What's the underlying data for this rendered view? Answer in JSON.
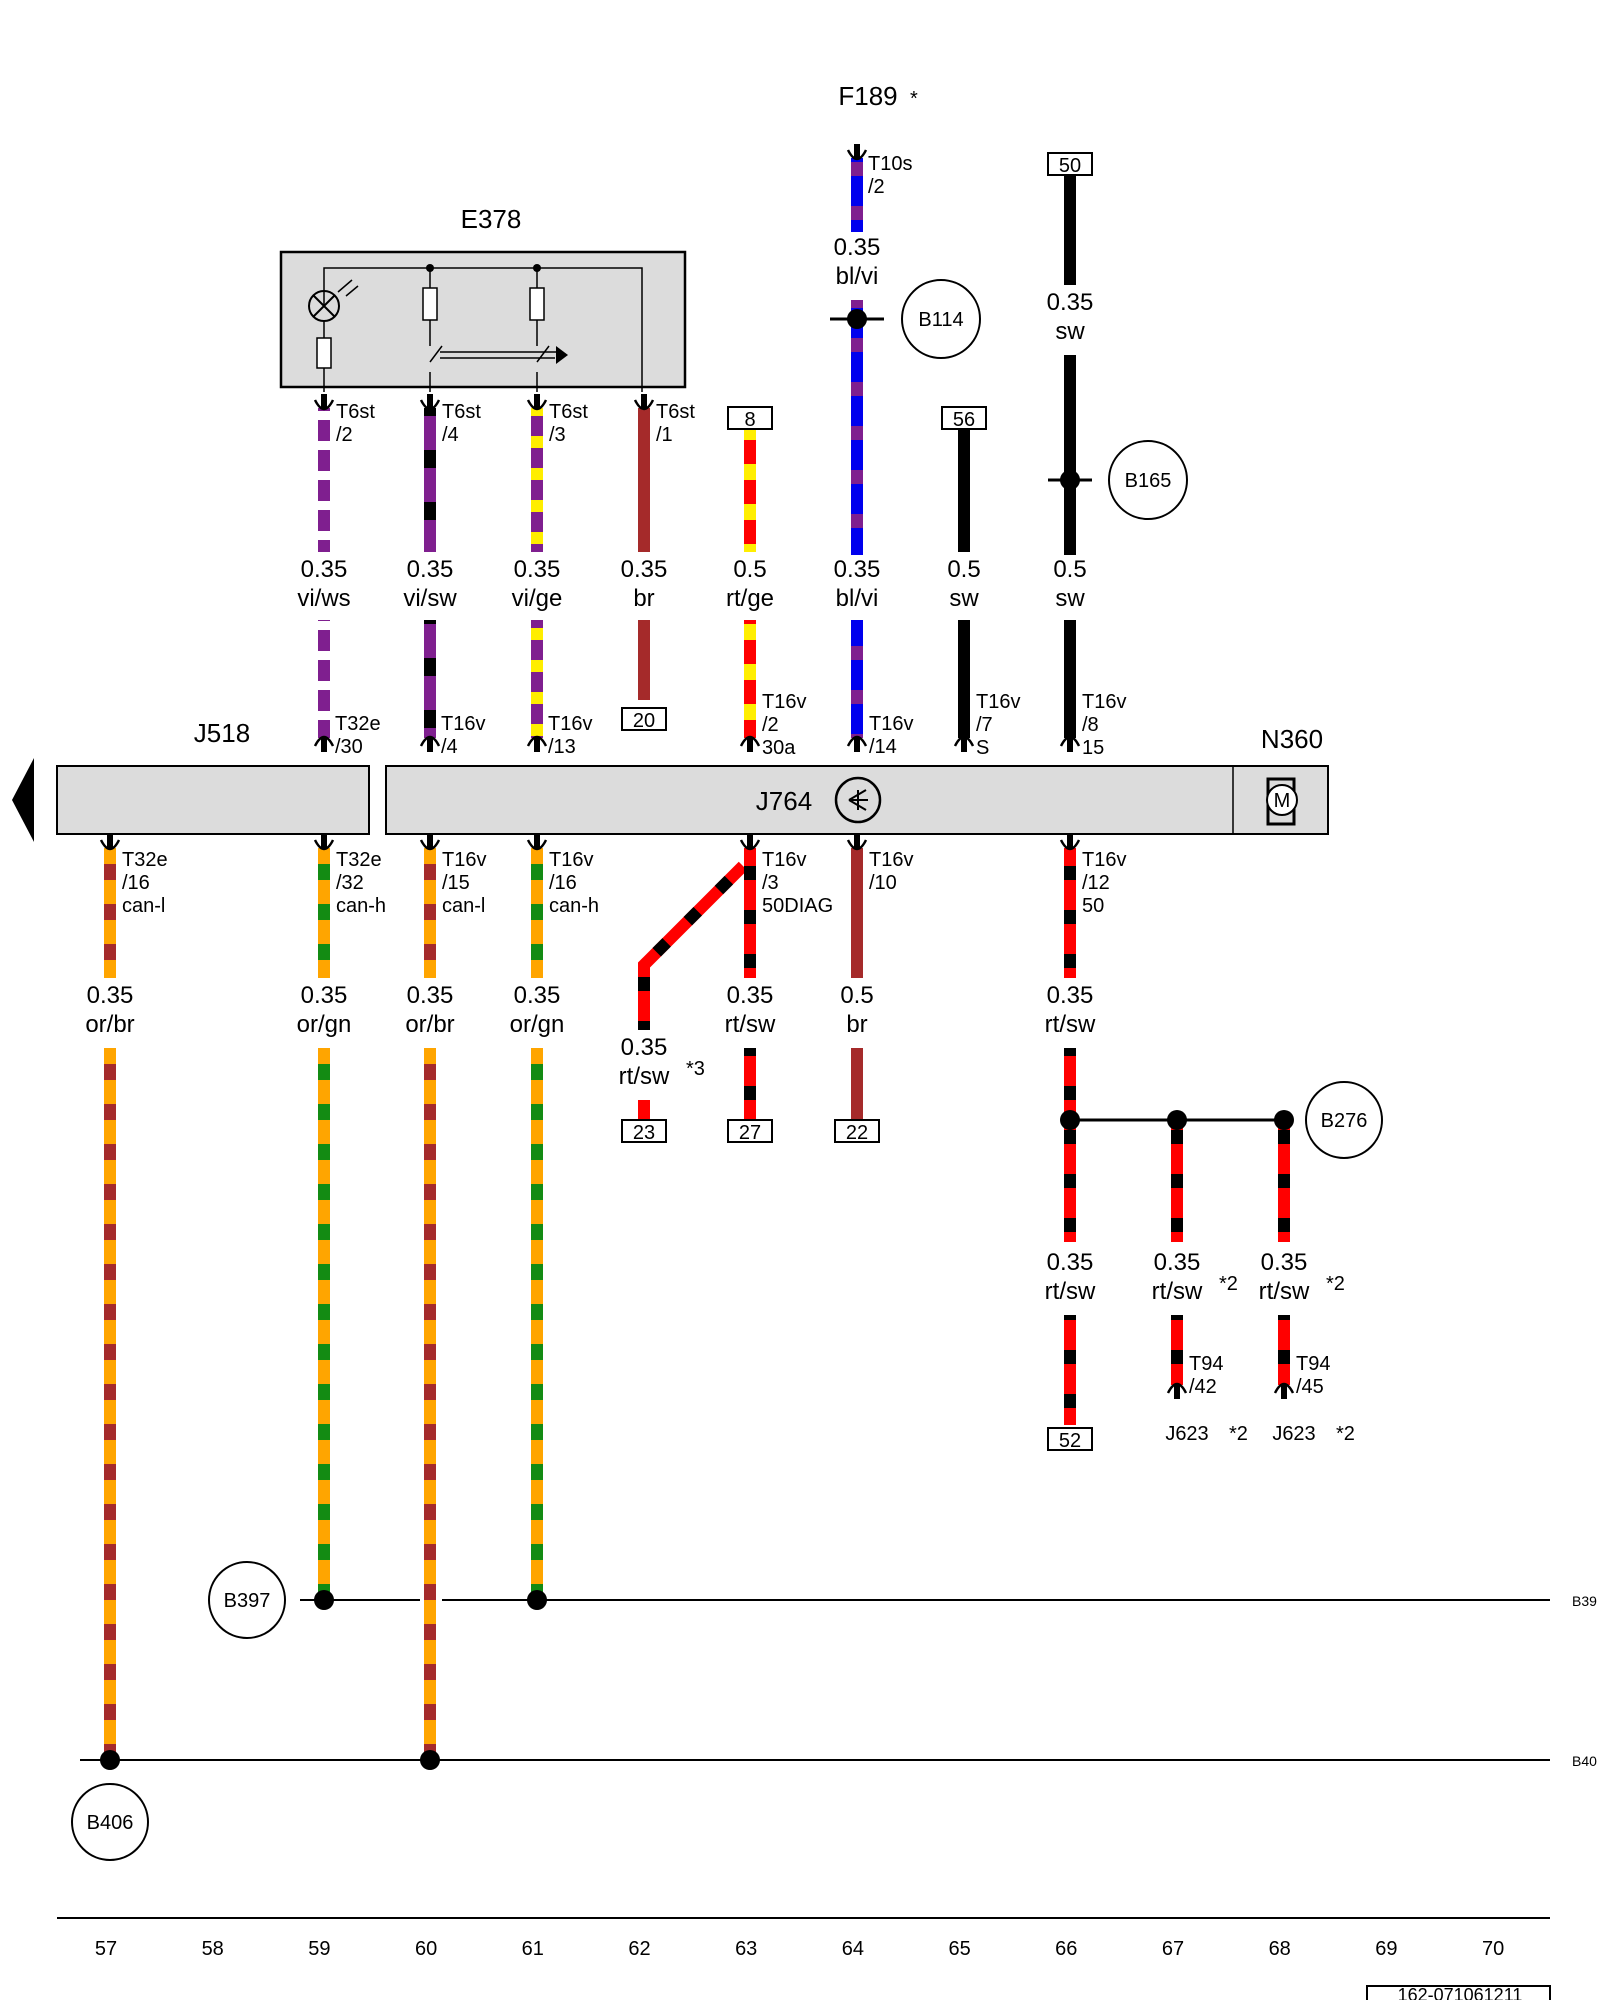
{
  "components": {
    "F189": {
      "label": "F189",
      "note": "*"
    },
    "E378": {
      "label": "E378"
    },
    "J518": {
      "label": "J518"
    },
    "J764": {
      "label": "J764"
    },
    "N360": {
      "label": "N360"
    },
    "B114": {
      "label": "B114"
    },
    "B165": {
      "label": "B165"
    },
    "B276": {
      "label": "B276"
    },
    "B397": {
      "label": "B397"
    },
    "B406": {
      "label": "B406"
    },
    "J623a": {
      "label": "J623",
      "note": "*2"
    },
    "J623b": {
      "label": "J623",
      "note": "*2"
    }
  },
  "motor_glyph": "M",
  "pins": [
    {
      "l1": "T10s",
      "l2": "/2"
    },
    {
      "l1": "T6st",
      "l2": "/2"
    },
    {
      "l1": "T6st",
      "l2": "/4"
    },
    {
      "l1": "T6st",
      "l2": "/3"
    },
    {
      "l1": "T6st",
      "l2": "/1"
    },
    {
      "l1": "T32e",
      "l2": "/30"
    },
    {
      "l1": "T16v",
      "l2": "/4"
    },
    {
      "l1": "T16v",
      "l2": "/13"
    },
    {
      "l1": "T16v",
      "l2": "/2",
      "l3": "30a"
    },
    {
      "l1": "T16v",
      "l2": "/14"
    },
    {
      "l1": "T16v",
      "l2": "/7",
      "l3": "S"
    },
    {
      "l1": "T16v",
      "l2": "/8",
      "l3": "15"
    },
    {
      "l1": "T32e",
      "l2": "/16",
      "l3": "can-l"
    },
    {
      "l1": "T32e",
      "l2": "/32",
      "l3": "can-h"
    },
    {
      "l1": "T16v",
      "l2": "/15",
      "l3": "can-l"
    },
    {
      "l1": "T16v",
      "l2": "/16",
      "l3": "can-h"
    },
    {
      "l1": "T16v",
      "l2": "/3",
      "l3": "50DIAG"
    },
    {
      "l1": "T16v",
      "l2": "/10"
    },
    {
      "l1": "T16v",
      "l2": "/12",
      "l3": "50"
    },
    {
      "l1": "T94",
      "l2": "/42"
    },
    {
      "l1": "T94",
      "l2": "/45"
    }
  ],
  "wires": [
    {
      "size": "0.35",
      "color": "bl/vi"
    },
    {
      "size": "0.35",
      "color": "sw"
    },
    {
      "size": "0.35",
      "color": "vi/ws"
    },
    {
      "size": "0.35",
      "color": "vi/sw"
    },
    {
      "size": "0.35",
      "color": "vi/ge"
    },
    {
      "size": "0.35",
      "color": "br"
    },
    {
      "size": "0.5",
      "color": "rt/ge"
    },
    {
      "size": "0.35",
      "color": "bl/vi"
    },
    {
      "size": "0.5",
      "color": "sw"
    },
    {
      "size": "0.5",
      "color": "sw"
    },
    {
      "size": "0.35",
      "color": "or/br"
    },
    {
      "size": "0.35",
      "color": "or/gn"
    },
    {
      "size": "0.35",
      "color": "or/br"
    },
    {
      "size": "0.35",
      "color": "or/gn"
    },
    {
      "size": "0.35",
      "color": "rt/sw",
      "note": "*3"
    },
    {
      "size": "0.35",
      "color": "rt/sw"
    },
    {
      "size": "0.5",
      "color": "br"
    },
    {
      "size": "0.35",
      "color": "rt/sw"
    },
    {
      "size": "0.35",
      "color": "rt/sw"
    },
    {
      "size": "0.35",
      "color": "rt/sw",
      "note": "*2"
    },
    {
      "size": "0.35",
      "color": "rt/sw",
      "note": "*2"
    }
  ],
  "terminals": [
    "50",
    "8",
    "56",
    "20",
    "23",
    "27",
    "22",
    "52"
  ],
  "bus_labels": [
    "B39",
    "B40"
  ],
  "tracks": [
    "57",
    "58",
    "59",
    "60",
    "61",
    "62",
    "63",
    "64",
    "65",
    "66",
    "67",
    "68",
    "69",
    "70"
  ],
  "doc_number": "162-071061211",
  "colors": {
    "violet": "#7f1f8f",
    "blue": "#0000ee",
    "black": "#000000",
    "white": "#ffffff",
    "yellow": "#ffee00",
    "brown": "#a52a2a",
    "red": "#ff0000",
    "orange": "#ffa500",
    "green": "#138b13",
    "component_fill": "#dcdcdc"
  }
}
